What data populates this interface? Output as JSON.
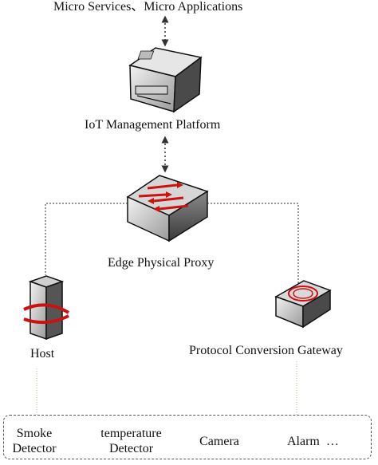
{
  "top": {
    "label": "Micro Services、Micro Applications"
  },
  "platform": {
    "label": "IoT Management Platform",
    "icon": "printer-server-icon"
  },
  "proxy": {
    "label": "Edge Physical Proxy",
    "icon": "network-switch-icon"
  },
  "host": {
    "label": "Host",
    "icon": "host-server-icon"
  },
  "gateway": {
    "label": "Protocol Conversion Gateway",
    "icon": "gateway-device-icon"
  },
  "devices": {
    "smoke": {
      "line1": "Smoke",
      "line2": "Detector"
    },
    "temperature": {
      "line1": "temperature",
      "line2": "Detector"
    },
    "camera": {
      "label": "Camera"
    },
    "alarm": {
      "label": "Alarm  …"
    }
  },
  "colors": {
    "arrow_red": "#cc1111",
    "line_gray": "#555555",
    "dotted_tan": "#c8b48a"
  }
}
